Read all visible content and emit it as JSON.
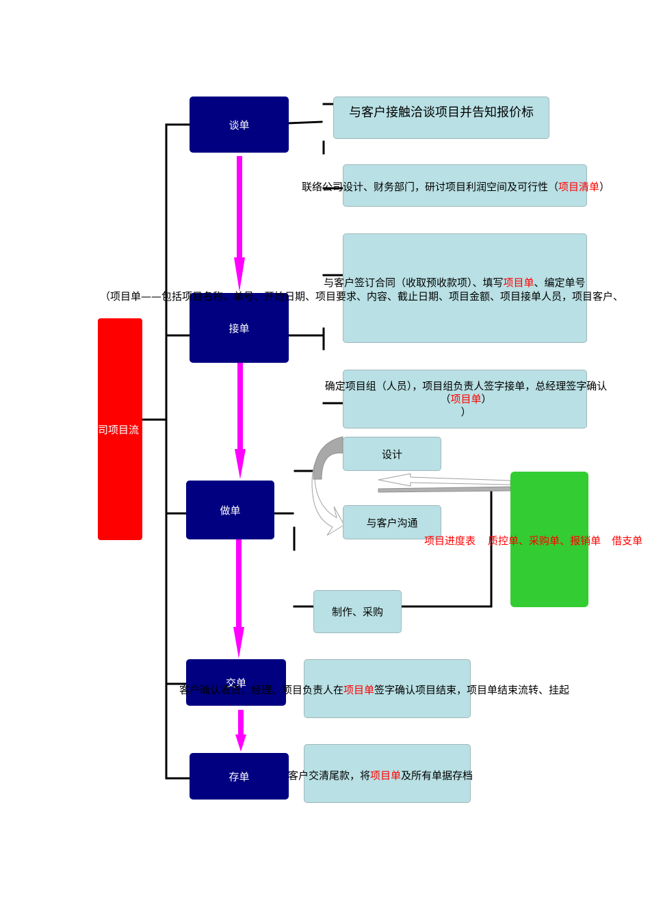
{
  "root": {
    "label": "司项目流"
  },
  "steps": {
    "talk": "谈单",
    "accept": "接单",
    "make": "做单",
    "deliver": "交单",
    "archive": "存单"
  },
  "notes": {
    "talk_top": "与客户接触洽谈项目并告知报价标",
    "talk_bottom": {
      "pre": "联络公司设计、财务部门，研讨项目利润空间及可行性（",
      "red": "项目清单",
      "post": "）"
    },
    "contract": {
      "pre": "与客户签订合同（收取预收款项）、填写",
      "red": "项目单",
      "post": "、编定单号"
    },
    "project_detail": "（项目单——包括项目名称、单号、开始日期、项目要求、内容、截止日期、项目金额、项目接单人员，项目客户、",
    "team": {
      "line1": "确定项目组（人员），项目组负责人签字接单，总经理签字确认",
      "red": "项目单",
      "open": "（",
      "close": "）",
      "line3": "）"
    },
    "design": "设计",
    "communicate": "与客户沟通",
    "produce": "制作、采购",
    "forms": [
      "项目进度表",
      "质控单、",
      "采购单",
      "、",
      "报销单",
      "借支单"
    ],
    "deliver_note": {
      "pre": "客户确认收货，经理、项目负责人在",
      "red": "项目单",
      "post": "签字确认项目结束，项目单结束流转、挂起"
    },
    "archive_note": {
      "pre": "客户交清尾款，将",
      "red": "项目单",
      "post": "及所有单据存档"
    }
  },
  "colors": {
    "step_fill": "#000080",
    "note_fill": "#b9e0e4",
    "root_fill": "#ff0000",
    "arrow": "#ff00ff",
    "forms_fill": "#33cc33",
    "highlight": "#ff0000"
  }
}
